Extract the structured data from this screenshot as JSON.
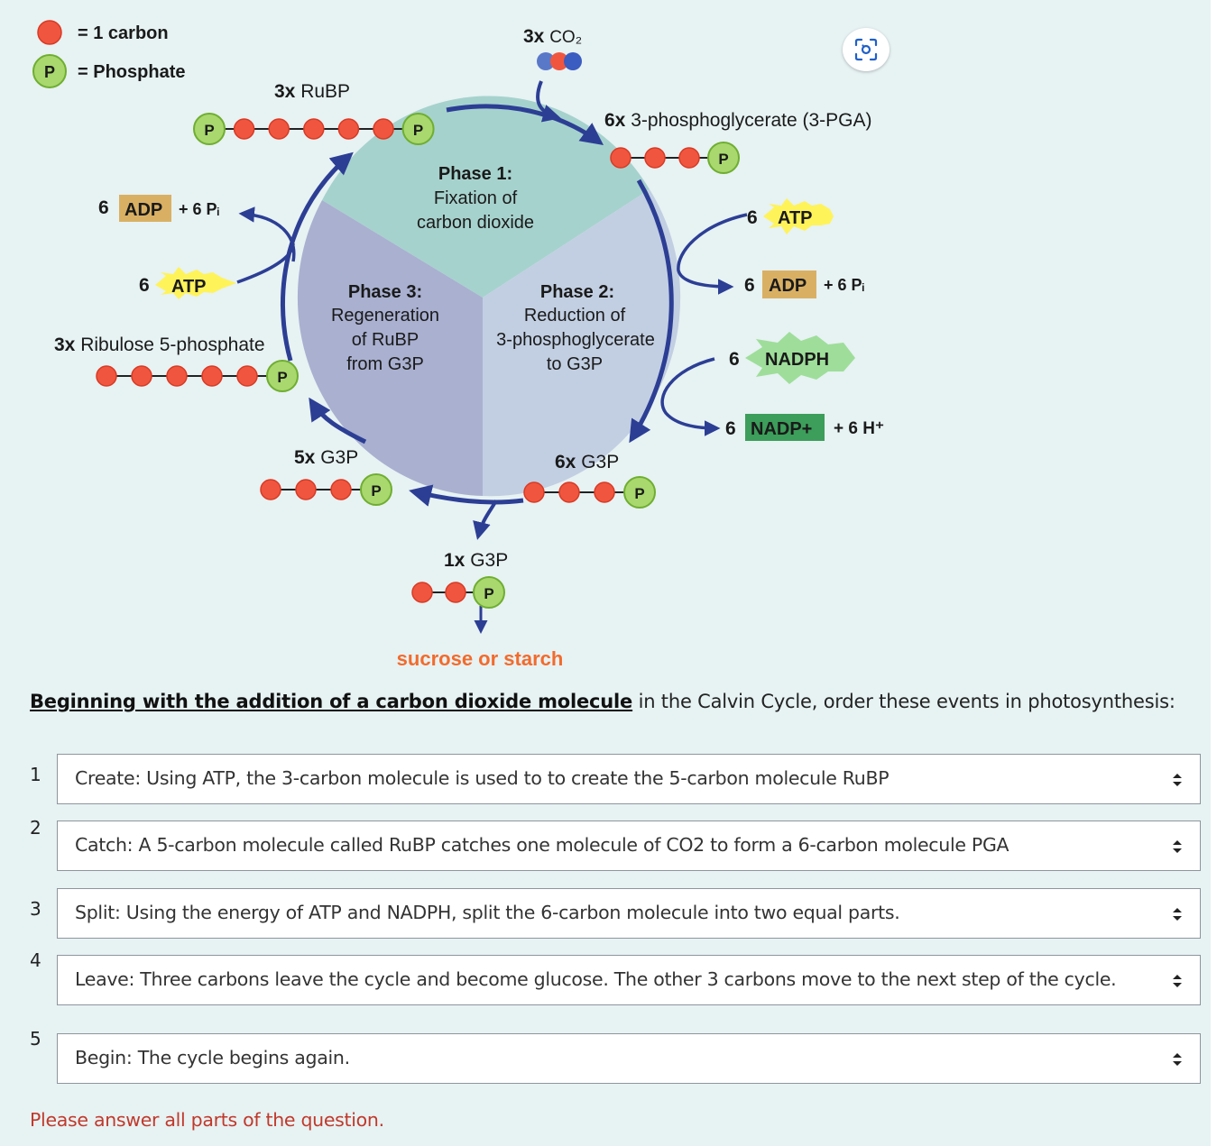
{
  "colors": {
    "carbon": "#f0563f",
    "phosphate": "#a8d86e",
    "arrow": "#2c3e94",
    "phase1": "#a6d2cd",
    "phase2": "#c2cfe2",
    "phase3": "#a9b0d0",
    "adp_box": "#d9b063",
    "atp_star": "#fff35a",
    "nadph_star": "#9ede9a",
    "nadp_box": "#3c9e5a",
    "sucrose": "#f26b2c",
    "error_text": "#c0392b"
  },
  "diagram": {
    "legend": {
      "carbon": "= 1 carbon",
      "phosphate": "= Phosphate",
      "phosphate_symbol": "P"
    },
    "co2": {
      "count": "3x",
      "label": "CO₂"
    },
    "rubp": {
      "count": "3x",
      "label": "RuBP"
    },
    "pga": {
      "count": "6x",
      "label": "3-phosphoglycerate (3-PGA)"
    },
    "phase1": {
      "title": "Phase 1:",
      "line1": "Fixation of",
      "line2": "carbon dioxide"
    },
    "phase2": {
      "title": "Phase 2:",
      "line1": "Reduction of",
      "line2": "3-phosphoglycerate",
      "line3": "to G3P"
    },
    "phase3": {
      "title": "Phase 3:",
      "line1": "Regeneration",
      "line2": "of RuBP",
      "line3": "from G3P"
    },
    "adp_left": {
      "count": "6",
      "label": "ADP",
      "extra": "+ 6 Pᵢ"
    },
    "atp_left": {
      "count": "6",
      "label": "ATP"
    },
    "ribulose": {
      "count": "3x",
      "label": "Ribulose 5-phosphate"
    },
    "atp_right": {
      "count": "6",
      "label": "ATP"
    },
    "adp_right": {
      "count": "6",
      "label": "ADP",
      "extra": "+ 6 Pᵢ"
    },
    "nadph": {
      "count": "6",
      "label": "NADPH"
    },
    "nadp": {
      "count": "6",
      "label": "NADP+",
      "extra": "+ 6 H⁺"
    },
    "g3p5": {
      "count": "5x",
      "label": "G3P"
    },
    "g3p6": {
      "count": "6x",
      "label": "G3P"
    },
    "g3p1": {
      "count": "1x",
      "label": "G3P"
    },
    "sucrose": "sucrose or starch"
  },
  "question": {
    "prompt_emphasis": "Beginning with the addition of a carbon dioxide molecule",
    "prompt_rest": " in the Calvin Cycle, order these events in photosynthesis:",
    "rows": [
      {
        "num": "1",
        "value": "Create: Using ATP, the 3-carbon molecule is used to to create the 5-carbon molecule RuBP"
      },
      {
        "num": "2",
        "value": "Catch: A 5-carbon molecule called RuBP catches one molecule of CO2 to form a 6-carbon molecule PGA"
      },
      {
        "num": "3",
        "value": "Split: Using the energy of ATP and NADPH, split the 6-carbon molecule into two equal parts."
      },
      {
        "num": "4",
        "value": "Leave: Three carbons leave the cycle and become glucose. The other 3 carbons move to the next step of the cycle."
      },
      {
        "num": "5",
        "value": "Begin: The cycle begins again."
      }
    ],
    "warning": "Please answer all parts of the question."
  },
  "scan_button_icon": "visual-search-icon"
}
